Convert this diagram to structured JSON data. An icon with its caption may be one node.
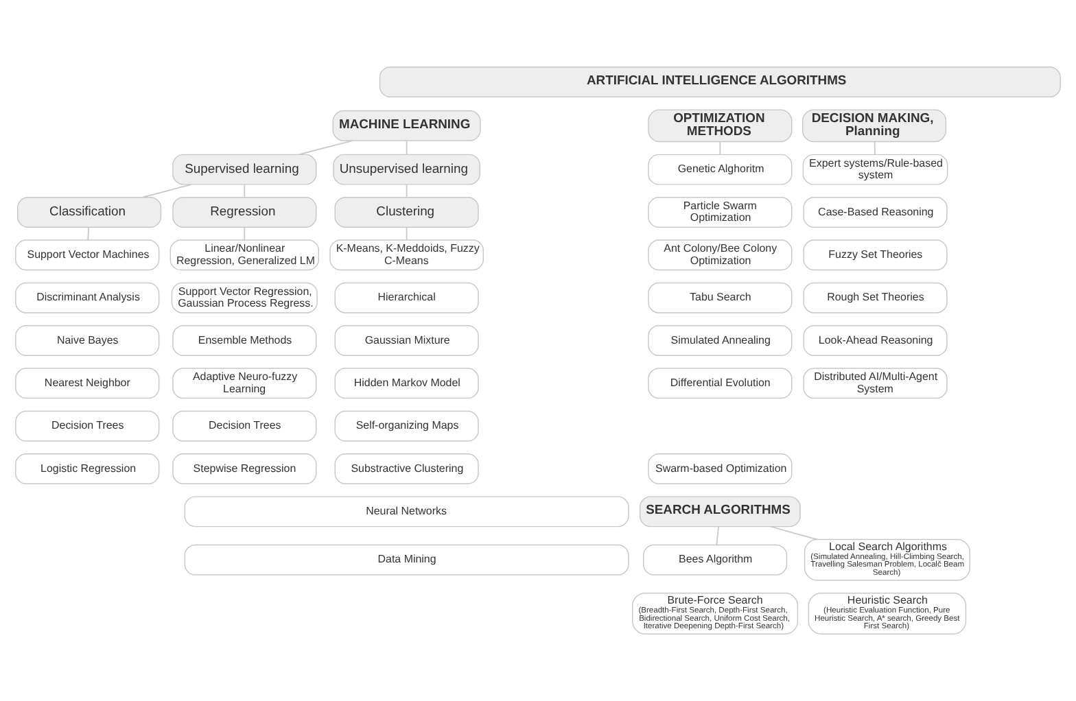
{
  "diagram": {
    "nodes": [
      {
        "text": [
          "ARTIFICIAL INTELLIGENCE ALGORITHMS"
        ]
      },
      {
        "text": [
          "MACHINE LEARNING"
        ]
      },
      {
        "text": [
          "Supervised learning"
        ]
      },
      {
        "text": [
          "Unsupervised learning"
        ]
      },
      {
        "text": [
          "Classification"
        ]
      },
      {
        "text": [
          "Regression"
        ]
      },
      {
        "text": [
          "Clustering"
        ]
      },
      {
        "text": [
          "Support Vector Machines"
        ]
      },
      {
        "text": [
          "Discriminant Analysis"
        ]
      },
      {
        "text": [
          "Naive Bayes"
        ]
      },
      {
        "text": [
          "Nearest Neighbor"
        ]
      },
      {
        "text": [
          "Decision Trees"
        ]
      },
      {
        "text": [
          "Logistic Regression"
        ]
      },
      {
        "text": [
          "Linear/Nonlinear Regression, Generalized LM"
        ]
      },
      {
        "text": [
          "Support Vector Regression, Gaussian Process Regress."
        ]
      },
      {
        "text": [
          "Ensemble Methods"
        ]
      },
      {
        "text": [
          "Adaptive Neuro-fuzzy Learning"
        ]
      },
      {
        "text": [
          "Decision Trees"
        ]
      },
      {
        "text": [
          "Stepwise Regression"
        ]
      },
      {
        "text": [
          "K-Means, K-Meddoids, Fuzzy C-Means"
        ]
      },
      {
        "text": [
          "Hierarchical"
        ]
      },
      {
        "text": [
          "Gaussian Mixture"
        ]
      },
      {
        "text": [
          "Hidden Markov Model"
        ]
      },
      {
        "text": [
          "Self-organizing Maps"
        ]
      },
      {
        "text": [
          "Substractive Clustering"
        ]
      },
      {
        "text": [
          "Neural Networks"
        ]
      },
      {
        "text": [
          "Data Mining"
        ]
      },
      {
        "text": [
          "OPTIMIZATION METHODS"
        ]
      },
      {
        "text": [
          "DECISION MAKING, Planning"
        ]
      },
      {
        "text": [
          "Genetic Alghoritm"
        ]
      },
      {
        "text": [
          "Particle Swarm Optimization"
        ]
      },
      {
        "text": [
          "Ant Colony/Bee Colony Optimization"
        ]
      },
      {
        "text": [
          "Tabu Search"
        ]
      },
      {
        "text": [
          "Simulated Annealing"
        ]
      },
      {
        "text": [
          "Differential Evolution"
        ]
      },
      {
        "text": [
          "Swarm-based Optimization"
        ]
      },
      {
        "text": [
          "Expert systems/Rule-based system"
        ]
      },
      {
        "text": [
          "Case-Based Reasoning"
        ]
      },
      {
        "text": [
          "Fuzzy Set Theories"
        ]
      },
      {
        "text": [
          "Rough Set Theories"
        ]
      },
      {
        "text": [
          "Look-Ahead Reasoning"
        ]
      },
      {
        "text": [
          "Distributed AI/Multi-Agent System"
        ]
      },
      {
        "text": [
          "SEARCH ALGORITHMS"
        ]
      },
      {
        "text": [
          "Bees Algorithm"
        ]
      },
      {
        "text": [
          "Local Search Algorithms",
          "(Simulated Annealing, Hill-Climbing Search, Travelling Salesman Problem, Localč Beam Search)"
        ]
      },
      {
        "text": [
          "Brute-Force Search",
          "(Breadth-First Search, Depth-First Search, Bidirectional Search, Uniform Cost Search, Iterative Deepening Depth-First Search)"
        ]
      },
      {
        "text": [
          "Heuristic Search",
          "(Heuristic Evaluation Function, Pure Heuristic Search, A* search, Greedy Best First Search)"
        ]
      }
    ],
    "edges": [
      {
        "from": 1,
        "to": 2,
        "arrow": "none"
      },
      {
        "from": 1,
        "to": 3,
        "arrow": "none"
      },
      {
        "from": 2,
        "to": 4,
        "arrow": "none"
      },
      {
        "from": 2,
        "to": 5,
        "arrow": "none"
      },
      {
        "from": 3,
        "to": 6,
        "arrow": "none"
      },
      {
        "from": 4,
        "to": 7,
        "arrow": "none"
      },
      {
        "from": 5,
        "to": 13,
        "arrow": "none"
      },
      {
        "from": 6,
        "to": 19,
        "arrow": "none"
      },
      {
        "from": 27,
        "to": 29,
        "arrow": "none"
      },
      {
        "from": 28,
        "to": 36,
        "arrow": "none"
      },
      {
        "from": 42,
        "to": 43,
        "arrow": "none"
      },
      {
        "from": 42,
        "to": 44,
        "arrow": "none"
      }
    ]
  }
}
